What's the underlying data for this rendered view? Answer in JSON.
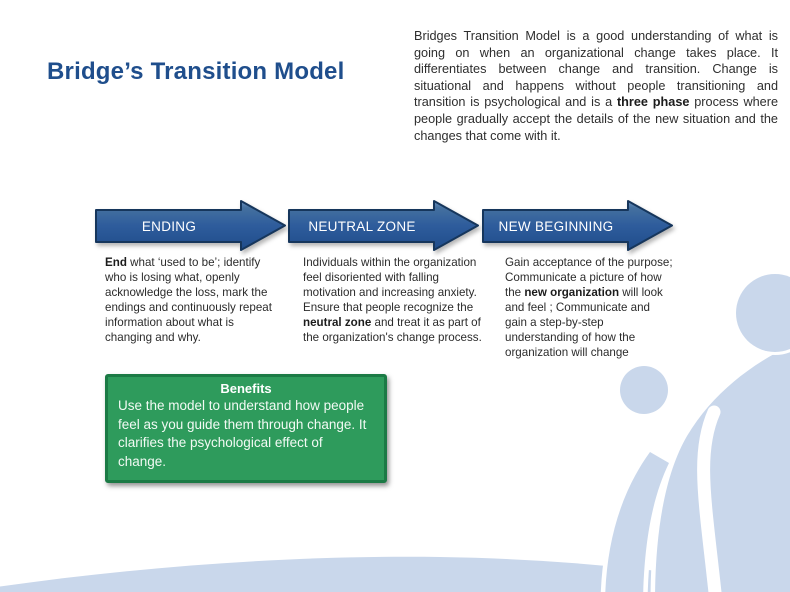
{
  "slide": {
    "title": "Bridge’s Transition Model"
  },
  "intro": {
    "pre": "Bridges Transition Model is a good understanding of what is going on when an organizational change takes place. It differentiates between change and transition. Change is situational and happens without people transitioning and transition is psychological and is a ",
    "bold": "three phase",
    "post": " process where people gradually accept the details of the new situation and the changes that come with it."
  },
  "stages": [
    {
      "label": "ENDING",
      "body_bold_lead": "End",
      "body_rest": " what ‘used to be’; identify who is losing what, openly acknowledge the loss, mark the endings and continuously repeat information about what is changing and why."
    },
    {
      "label": "NEUTRAL ZONE",
      "body_pre": "Individuals within the organization feel disoriented with falling motivation and increasing anxiety. Ensure that people recognize the ",
      "body_bold": "neutral zone",
      "body_post": " and treat it as part of the organization's change process."
    },
    {
      "label": "NEW BEGINNING",
      "body_pre": "Gain acceptance of the purpose; Communicate a picture of how the ",
      "body_bold": "new organization",
      "body_post": " will look and feel ; Communicate and gain a step-by-step understanding of how the organization will change"
    }
  ],
  "benefits": {
    "title": "Benefits",
    "body": "Use the model to understand how people feel as you guide them through change. It clarifies the psychological effect of change."
  },
  "colors": {
    "title_blue": "#1F4E8C",
    "arrow_fill": "#2E5C9C",
    "arrow_border": "#16365C",
    "benefit_green": "#2E9B5C",
    "benefit_border": "#1B7A45",
    "decor_light_blue": "#C9D7EB"
  }
}
